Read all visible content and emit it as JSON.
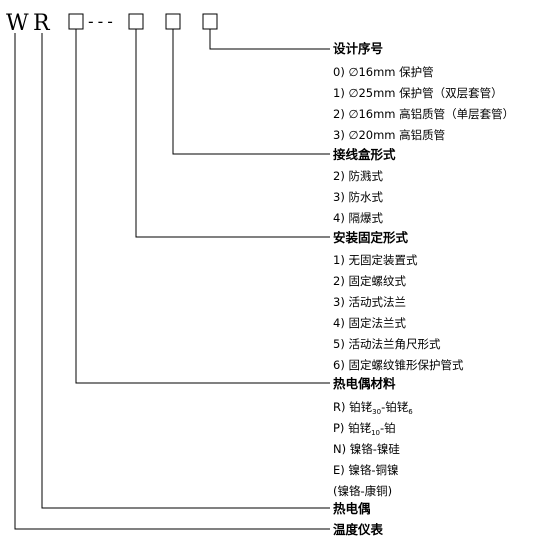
{
  "code": {
    "letter_w": "W",
    "letter_r": "R",
    "dashes": "---"
  },
  "sections": [
    {
      "title": "设计序号",
      "options": [
        "0) ∅16mm 保护管",
        "1) ∅25mm 保护管（双层套管）",
        "2) ∅16mm 高铝质管（单层套管）",
        "3) ∅20mm 高铝质管"
      ]
    },
    {
      "title": "接线盒形式",
      "options": [
        "2) 防溅式",
        "3) 防水式",
        "4) 隔爆式"
      ]
    },
    {
      "title": "安装固定形式",
      "options": [
        "1) 无固定装置式",
        "2) 固定螺纹式",
        "3) 活动式法兰",
        "4) 固定法兰式",
        "5) 活动法兰角尺形式",
        "6) 固定螺纹锥形保护管式"
      ]
    },
    {
      "title": "热电偶材料",
      "options": [
        {
          "pre": "R) 铂铑",
          "sub": "30",
          "post": "-铂铑",
          "sub2": "6"
        },
        {
          "pre": "P) 铂铑",
          "sub": "10",
          "post": "-铂"
        },
        {
          "pre": "N) 镍铬-镍硅"
        },
        {
          "pre": "E) 镍铬-铜镍"
        },
        {
          "pre": "(镍铬-康铜)"
        }
      ]
    },
    {
      "title": "热电偶",
      "options": []
    },
    {
      "title": "温度仪表",
      "options": []
    }
  ]
}
